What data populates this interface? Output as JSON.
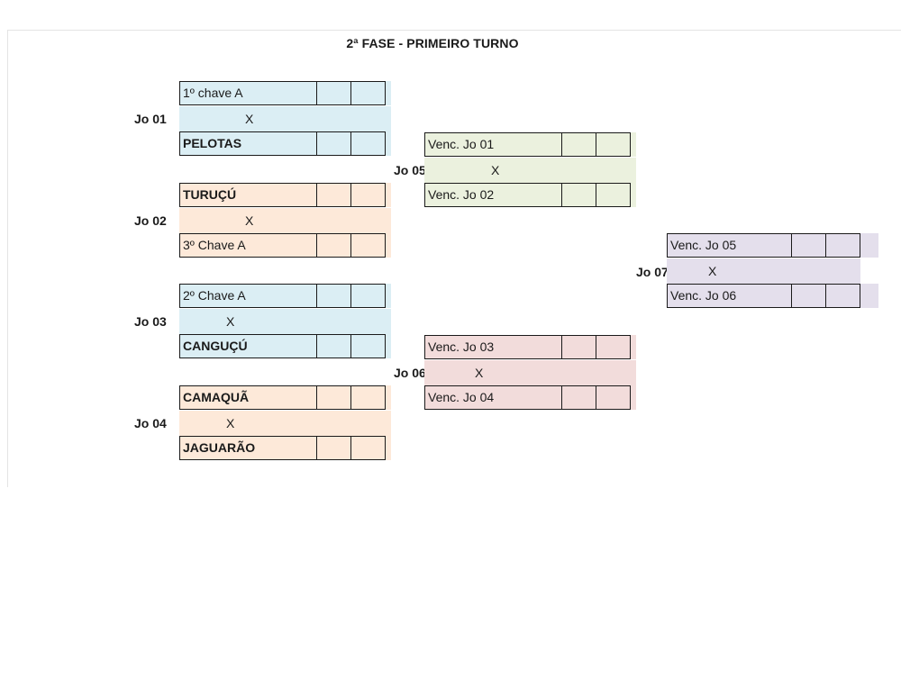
{
  "title": "2ª FASE - PRIMEIRO TURNO",
  "colors": {
    "blue": "#dbeef4",
    "orange": "#fde9d9",
    "green": "#ebf1de",
    "pink": "#f2dcdb",
    "purple": "#e4dfec"
  },
  "matches": {
    "jo01": {
      "label": "Jo 01",
      "team1": "1º chave A",
      "vs": "X",
      "team2": "PELOTAS"
    },
    "jo02": {
      "label": "Jo 02",
      "team1": "TURUÇÚ",
      "vs": "X",
      "team2": "3º Chave A"
    },
    "jo03": {
      "label": "Jo 03",
      "team1": "2º Chave A",
      "vs": "X",
      "team2": "CANGUÇÚ"
    },
    "jo04": {
      "label": "Jo 04",
      "team1": "CAMAQUÃ",
      "vs": "X",
      "team2": "JAGUARÃO"
    },
    "jo05": {
      "label": "Jo 05",
      "team1": "Venc. Jo 01",
      "vs": "X",
      "team2": "Venc. Jo 02"
    },
    "jo06": {
      "label": "Jo 06",
      "team1": "Venc. Jo 03",
      "vs": "X",
      "team2": "Venc. Jo 04"
    },
    "jo07": {
      "label": "Jo 07",
      "team1": "Venc. Jo 05",
      "vs": "X",
      "team2": "Venc. Jo 06"
    }
  }
}
